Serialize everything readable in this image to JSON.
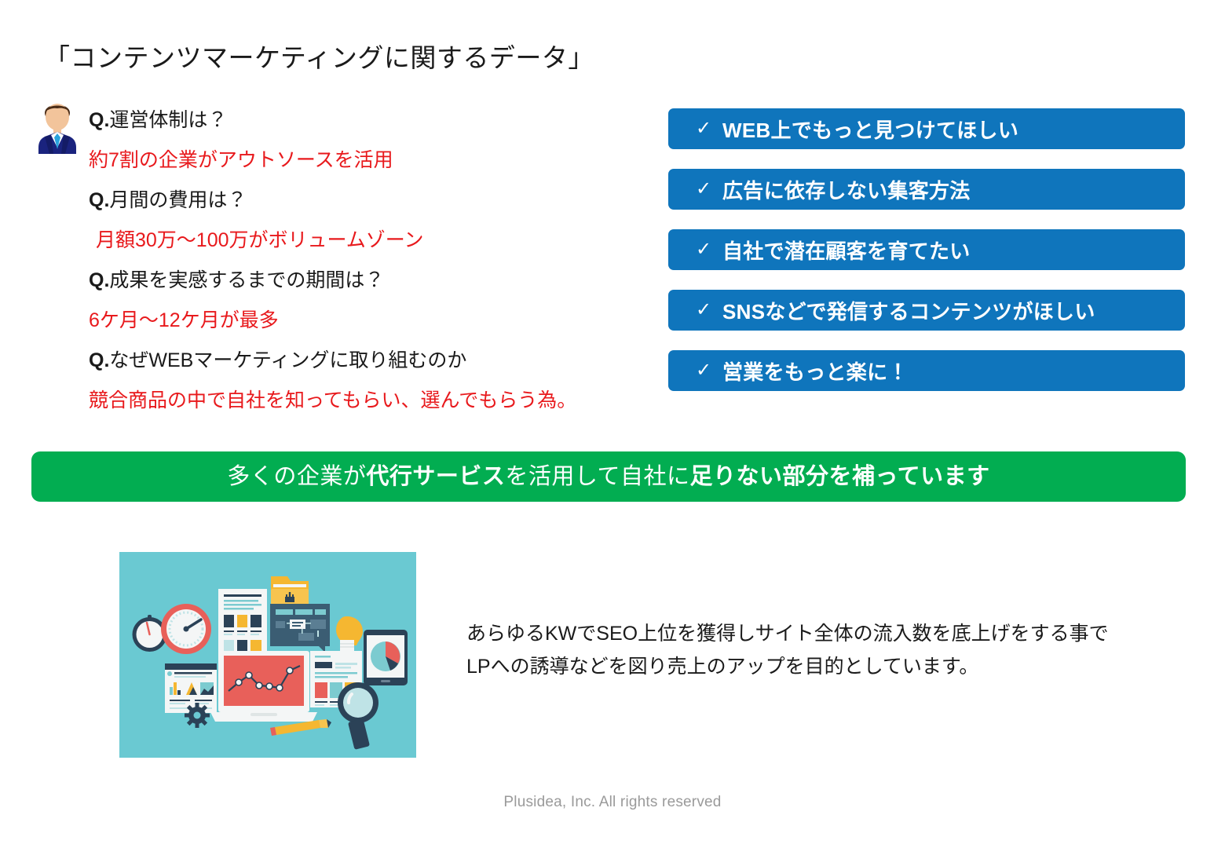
{
  "slide": {
    "title": "「コンテンツマーケティングに関するデータ」",
    "footer": "Plusidea, Inc. All rights reserved"
  },
  "avatar": {
    "icon": "businessman-avatar-icon",
    "hair_color": "#4a2c17",
    "skin_color": "#f2c49b",
    "suit_color": "#1a237e",
    "tie_color": "#29a3dd"
  },
  "qa": {
    "items": [
      {
        "question": "Q.運営体制は？",
        "q_prefix": "Q.",
        "q_rest": "運営体制は？",
        "answer": "約7割の企業がアウトソースを活用",
        "answer_indent": false
      },
      {
        "question": "Q.月間の費用は？",
        "q_prefix": "Q.",
        "q_rest": "月間の費用は？",
        "answer": "月額30万～100万がボリュームゾーン",
        "answer_indent": true
      },
      {
        "question": "Q.成果を実感するまでの期間は？",
        "q_prefix": "Q.",
        "q_rest": "成果を実感するまでの期間は？",
        "answer": "6ケ月～12ケ月が最多",
        "answer_indent": false
      },
      {
        "question": "Q.なぜWEBマーケティングに取り組むのか",
        "q_prefix": "Q.",
        "q_rest": "なぜWEBマーケティングに取り組むのか",
        "answer": "競合商品の中で自社を知ってもらい、選んでもらう為。",
        "answer_indent": false
      }
    ],
    "answer_color": "#e8191c",
    "question_color": "#1a1a1a"
  },
  "checklist": {
    "bar_color": "#0f75bc",
    "check_glyph": "✓",
    "items": [
      {
        "label": "WEB上でもっと見つけてほしい"
      },
      {
        "label": "広告に依存しない集客方法"
      },
      {
        "label": "自社で潜在顧客を育てたい"
      },
      {
        "label": "SNSなどで発信するコンテンツがほしい"
      },
      {
        "label": "営業をもっと楽に！"
      }
    ]
  },
  "banner": {
    "color": "#02ad51",
    "text_parts": [
      {
        "text": "多くの企業が",
        "bold": false
      },
      {
        "text": "代行サービス",
        "bold": true
      },
      {
        "text": "を活用して自社に",
        "bold": false
      },
      {
        "text": "足りない部分を補っています",
        "bold": true
      }
    ],
    "full_text": "多くの企業が代行サービスを活用して自社に足りない部分を補っています"
  },
  "illustration": {
    "name": "digital-marketing-flat-illustration",
    "background_color": "#6ac9d2",
    "palette": {
      "dark_navy": "#2b4257",
      "red": "#e8605a",
      "yellow": "#f5b731",
      "teal": "#7ccbd0",
      "off_white": "#f4f6f6",
      "light_blue": "#bfe3e6"
    }
  },
  "paragraph": {
    "line1": "あらゆるKWでSEO上位を獲得しサイト全体の流入数を底上げをする事で",
    "line2": "LPへの誘導などを図り売上のアップを目的としています。"
  }
}
